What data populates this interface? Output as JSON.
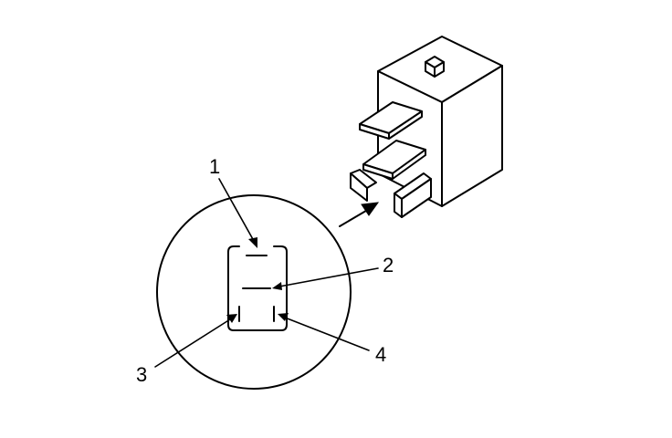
{
  "pins": [
    {
      "number": "1"
    },
    {
      "number": "2"
    },
    {
      "number": "3"
    },
    {
      "number": "4"
    }
  ],
  "colors": {
    "line": "#000000",
    "background": "#ffffff"
  }
}
